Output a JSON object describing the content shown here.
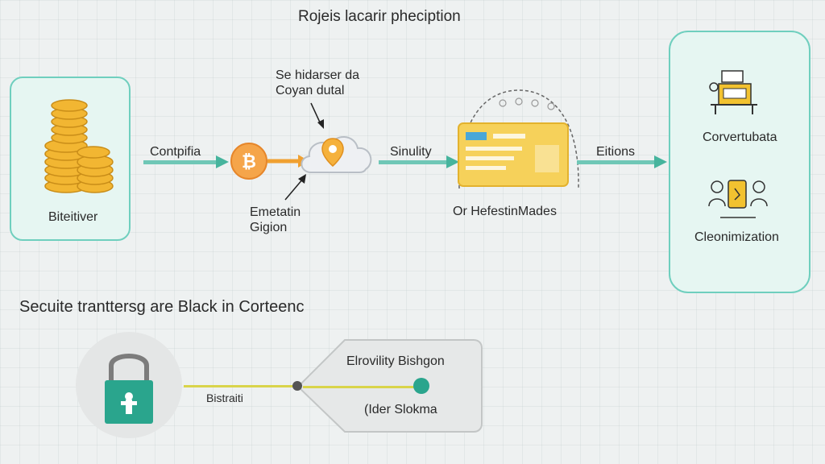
{
  "title": "Rojeis lacarir pheciption",
  "source_box": {
    "label": "Biteitiver"
  },
  "arrow1": {
    "label": "Contpifia"
  },
  "cloud_note_top": {
    "line1": "Se hidarser da",
    "line2": "Coyan dutal"
  },
  "cloud_note_bottom": {
    "line1": "Emetatin",
    "line2": "Gigion"
  },
  "arrow2": {
    "label": "Sinulity"
  },
  "card": {
    "caption": "Or HefestinMades"
  },
  "arrow3": {
    "label": "Eitions"
  },
  "right_panel": {
    "item1": "Corvertubata",
    "item2": "Cleonimization"
  },
  "section2": {
    "heading": "Secuite tranttersɡ are Black in Corteenc"
  },
  "bottom": {
    "line_label": "Bistraiti",
    "node_top": "Elrovility Bishgon",
    "node_bottom": "(Ider Slokma"
  },
  "colors": {
    "teal": "#6fcfbe",
    "teal_dark": "#2aa58d",
    "gold": "#f2b632",
    "bitcoin": "#f5a54a",
    "card": "#f6d15a"
  },
  "icons": [
    "coin-stack-icon",
    "bitcoin-icon",
    "cloud-icon",
    "location-pin-icon",
    "credit-card-icon",
    "workstation-icon",
    "people-device-icon",
    "padlock-icon"
  ]
}
